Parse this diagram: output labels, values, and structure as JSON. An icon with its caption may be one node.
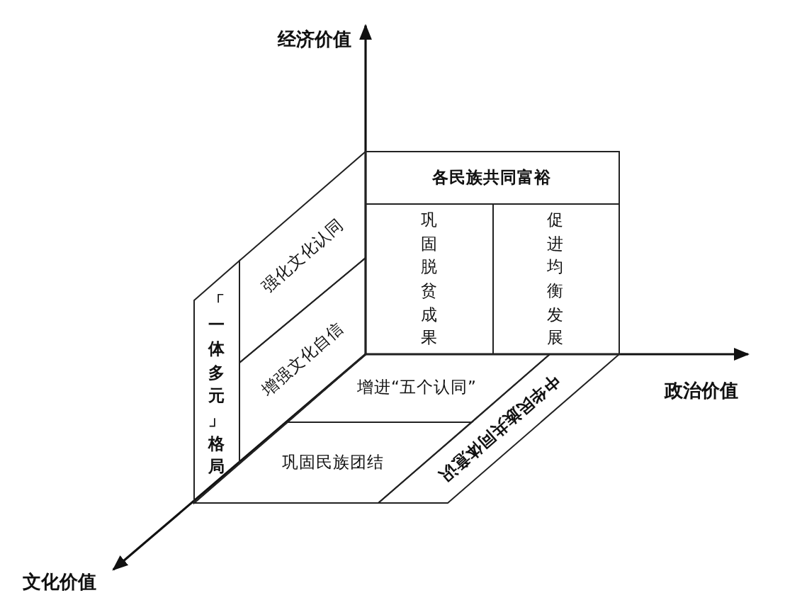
{
  "diagram": {
    "nodes": [
      {
        "text": [
          "各民族共同富裕"
        ]
      },
      {
        "text": [
          "巩固脱贫成果"
        ]
      },
      {
        "text": [
          "促进均衡发展"
        ]
      },
      {
        "text": [
          "「一体多元」格局"
        ]
      },
      {
        "text": [
          "强化文化认同"
        ]
      },
      {
        "text": [
          "增强文化自信"
        ]
      },
      {
        "text": [
          "增进“五个认同”"
        ]
      },
      {
        "text": [
          "巩固民族团结"
        ]
      },
      {
        "text": [
          "中华民族共同体意识"
        ]
      }
    ],
    "labels": [
      "经济价值",
      "政治价值",
      "文化价值"
    ]
  }
}
